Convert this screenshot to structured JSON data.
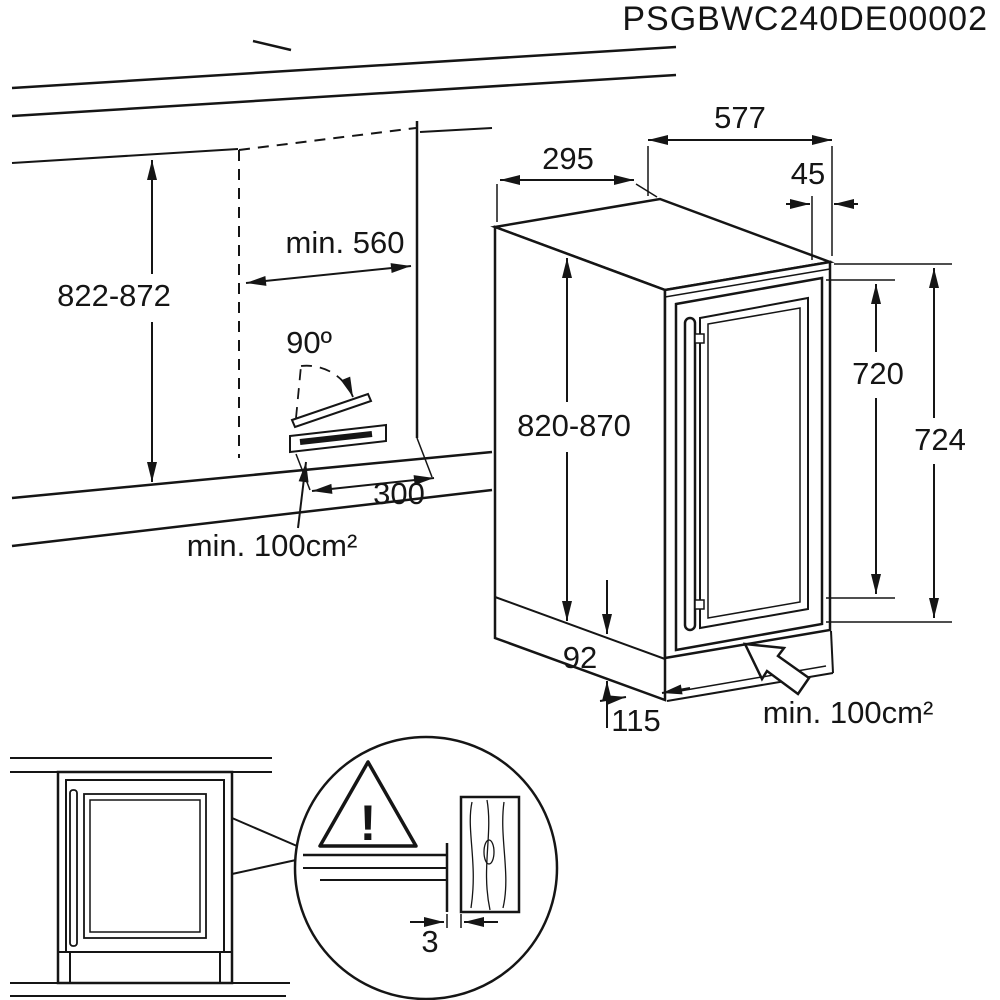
{
  "title": "PSGBWC240DE00002",
  "main_diagram": {
    "niche": {
      "height_range": "822-872",
      "depth_min": "min. 560",
      "door_angle": "90º",
      "vent_width": "300",
      "vent_area_min": "min. 100cm²"
    },
    "appliance": {
      "top_depth": "295",
      "total_depth": "577",
      "top_clearance": "45",
      "height_range": "820-870",
      "door_height": "720",
      "overall_height": "724",
      "plinth_height": "92",
      "plinth_recess_depth": "115",
      "rear_vent_area_min": "min. 100cm²"
    }
  },
  "detail_inset": {
    "warning_mark": "!",
    "floor_gap": "3"
  }
}
